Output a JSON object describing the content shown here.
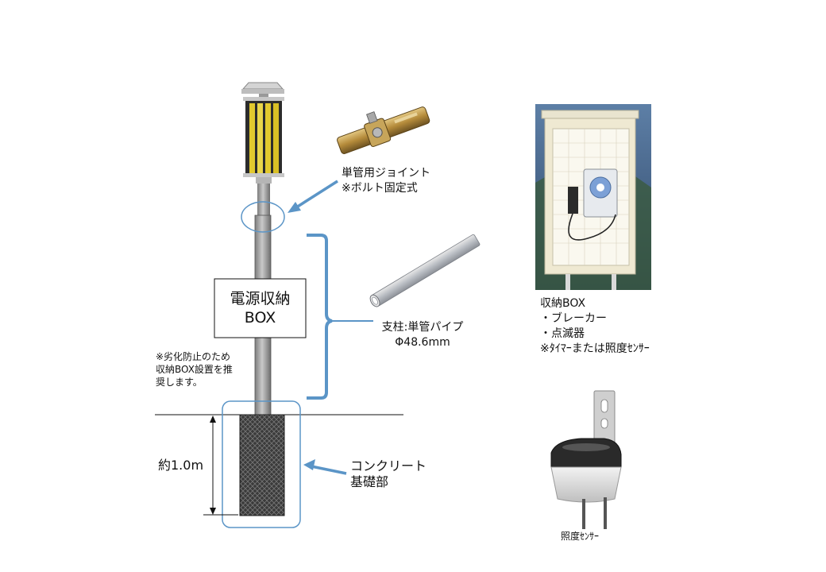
{
  "colors": {
    "accent_blue": "#5b95c7",
    "concrete": "#3a3a3a",
    "pole": "#9a9a9a"
  },
  "joint": {
    "name": "単管用ジョイント",
    "note": "※ボルト固定式"
  },
  "power_box": {
    "line1": "電源収納",
    "line2": "BOX"
  },
  "recommend_note": {
    "line1": "※劣化防止のため",
    "line2": "収納BOX設置を推",
    "line3": "奨します。"
  },
  "pipe": {
    "name": "支柱:単管パイプ",
    "size": "Φ48.6mm"
  },
  "depth_label": "約1.0m",
  "foundation": {
    "line1": "コンクリート",
    "line2": "基礎部"
  },
  "storage_box": {
    "title": "収納BOX",
    "items": [
      "・ブレーカー",
      "・点滅器",
      "※ﾀｲﾏｰまたは照度ｾﾝｻｰ"
    ]
  },
  "sensor_label": "照度ｾﾝｻｰ"
}
